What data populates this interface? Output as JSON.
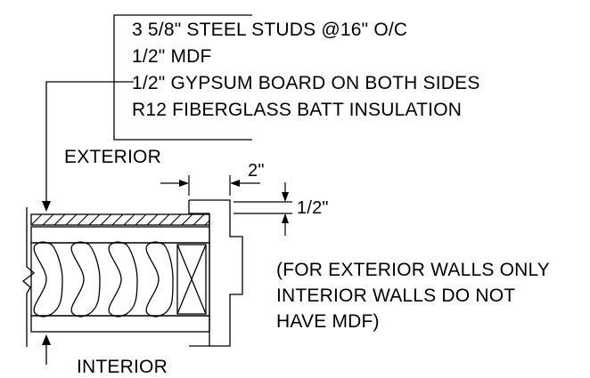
{
  "spec_notes": [
    "3 5/8\" STEEL STUDS @16\" O/C",
    "1/2\" MDF",
    "1/2\" GYPSUM BOARD ON BOTH SIDES",
    "R12 FIBERGLASS BATT INSULATION"
  ],
  "labels": {
    "exterior": "EXTERIOR",
    "interior": "INTERIOR"
  },
  "dimensions": {
    "offset": "2\"",
    "thickness": "1/2\""
  },
  "note_lines": [
    "(FOR EXTERIOR WALLS ONLY",
    "INTERIOR WALLS DO NOT",
    "HAVE MDF)"
  ]
}
